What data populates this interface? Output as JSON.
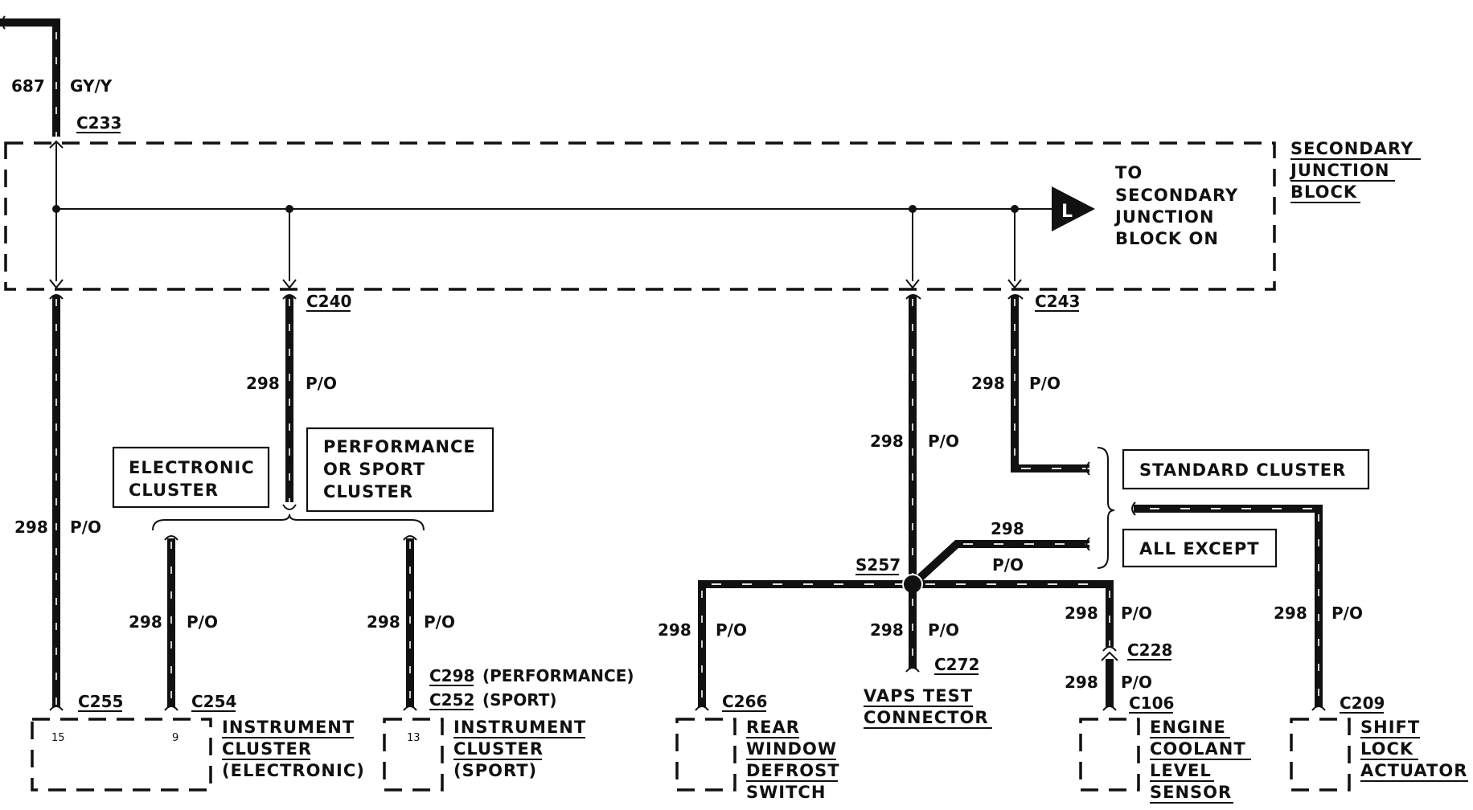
{
  "wires": {
    "feed_circuit": "687",
    "feed_color": "GY/Y",
    "circuit": "298",
    "color": "P/O"
  },
  "connectors": {
    "c233": "C233",
    "c240": "C240",
    "c243": "C243",
    "c255": "C255",
    "c254": "C254",
    "c298": "C298",
    "c298_note": "(PERFORMANCE)",
    "c252": "C252",
    "c252_note": "(SPORT)",
    "c266": "C266",
    "c272": "C272",
    "c228": "C228",
    "c106": "C106",
    "c209": "C209",
    "s257": "S257"
  },
  "junction_block": {
    "label_lines": [
      "SECONDARY",
      "JUNCTION",
      "BLOCK"
    ],
    "to_label_lines": [
      "TO",
      "SECONDARY",
      "JUNCTION",
      "BLOCK ON"
    ],
    "arrow_letter": "L"
  },
  "options": {
    "electronic": [
      "ELECTRONIC",
      "CLUSTER"
    ],
    "performance": [
      "PERFORMANCE",
      "OR SPORT",
      "CLUSTER"
    ],
    "standard": "STANDARD CLUSTER",
    "all_except": "ALL EXCEPT"
  },
  "components": {
    "cluster_electronic": [
      "INSTRUMENT",
      "CLUSTER",
      "(ELECTRONIC)"
    ],
    "cluster_sport": [
      "INSTRUMENT",
      "CLUSTER",
      "(SPORT)"
    ],
    "defrost_switch": [
      "REAR",
      "WINDOW",
      "DEFROST",
      "SWITCH"
    ],
    "vaps": [
      "VAPS TEST",
      "CONNECTOR"
    ],
    "coolant_sensor": [
      "ENGINE",
      "COOLANT",
      "LEVEL",
      "SENSOR"
    ],
    "shift_lock": [
      "SHIFT",
      "LOCK",
      "ACTUATOR"
    ]
  },
  "pins": {
    "p15": "15",
    "p9": "9",
    "p13": "13"
  }
}
